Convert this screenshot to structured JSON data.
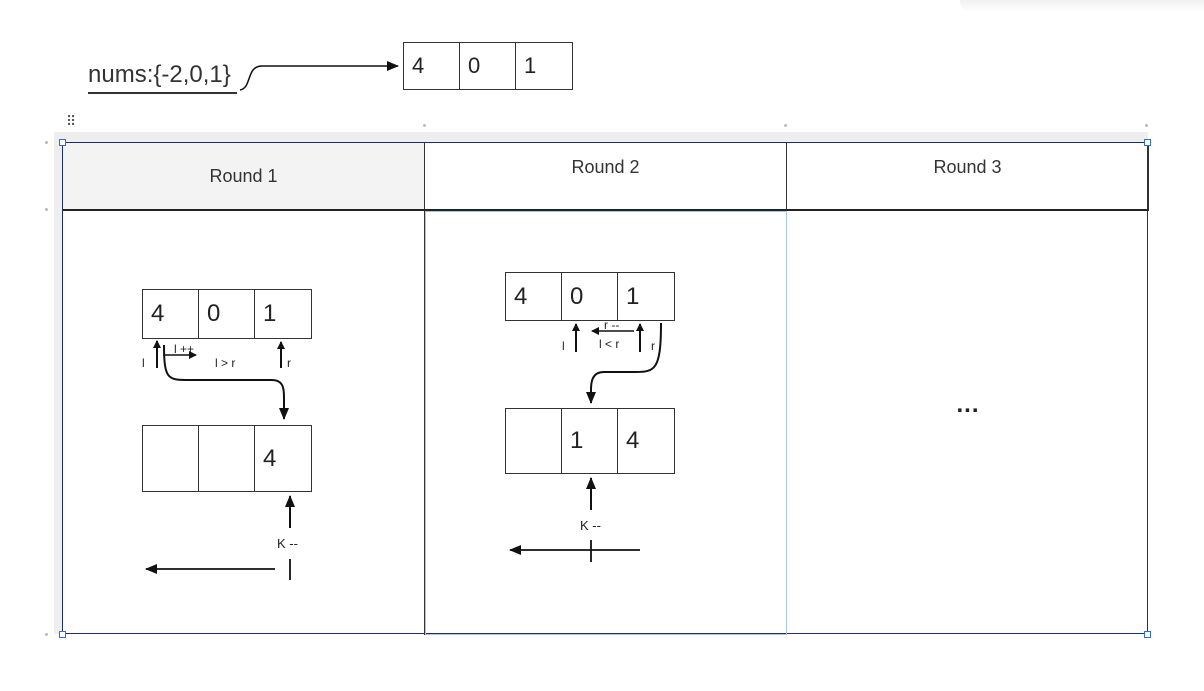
{
  "header": {
    "nums_label": "nums:{-2,0,1}",
    "top_array": [
      "4",
      "0",
      "1"
    ]
  },
  "table": {
    "headers": [
      "Round 1",
      "Round 2",
      "Round 3"
    ],
    "round1": {
      "array": [
        "4",
        "0",
        "1"
      ],
      "result": [
        "",
        "",
        "4"
      ],
      "labels": {
        "l": "l",
        "l_inc": "l ++",
        "l_gt_r": "l > r",
        "r": "r",
        "k_dec": "K --"
      }
    },
    "round2": {
      "array": [
        "4",
        "0",
        "1"
      ],
      "result": [
        "",
        "1",
        "4"
      ],
      "labels": {
        "l": "l",
        "r_dec": "r --",
        "l_lt_r": "l < r",
        "r": "r",
        "k_dec": "K --"
      }
    },
    "round3": {
      "ellipsis": "..."
    }
  }
}
